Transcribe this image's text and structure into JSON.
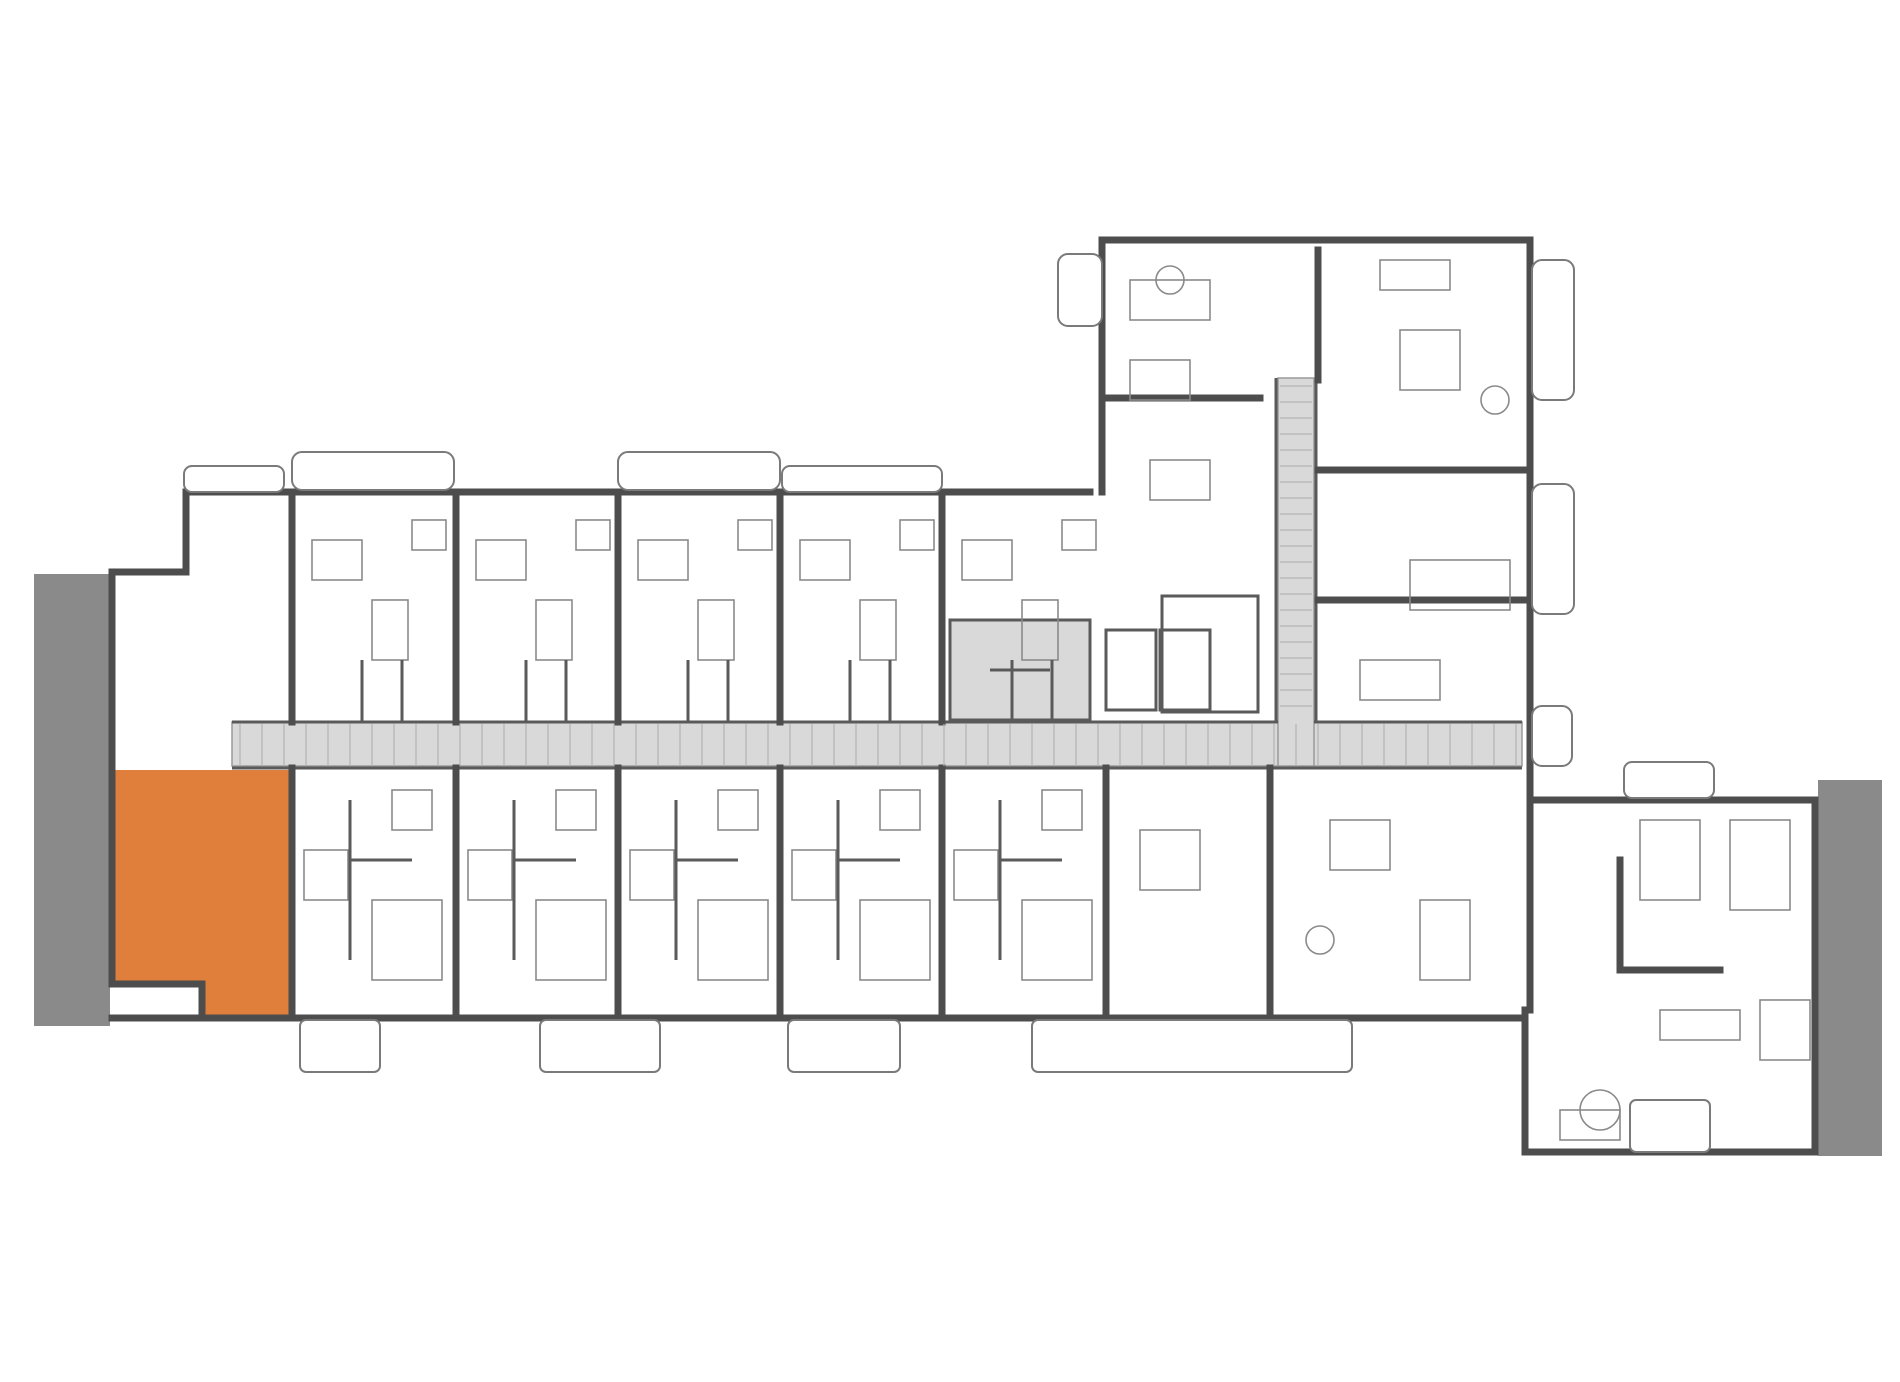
{
  "colors": {
    "highlight_unit": "#e07f3b",
    "adjacent_building": "#8a8a8a",
    "corridor": "#d9d9d9",
    "walls": "#4d4d4d",
    "background": "#ffffff"
  },
  "elements": {
    "highlighted_unit": "orange-highlighted-apartment",
    "corridor": "central-corridor",
    "stair_core": "stair-and-elevator-core"
  }
}
